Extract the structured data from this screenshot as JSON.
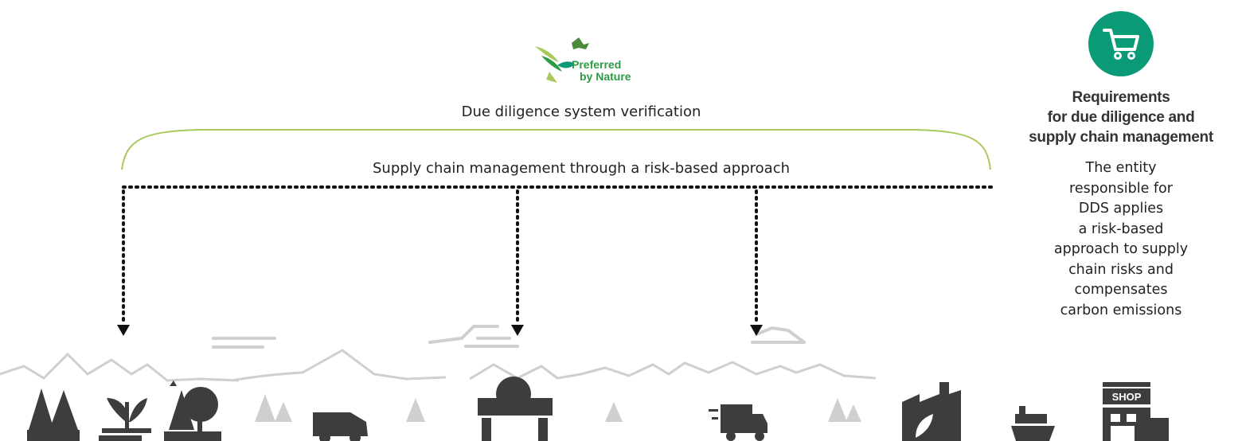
{
  "logo": {
    "line1": "Preferred",
    "line2": "by Nature"
  },
  "verification": {
    "title": "Due diligence  system verification"
  },
  "supply_chain": {
    "title": "Supply chain  management through  a risk-based approach"
  },
  "requirements": {
    "title_lines": [
      "Requirements",
      "for due diligence and",
      "supply chain management"
    ],
    "body_lines": [
      "The entity",
      "responsible for",
      "DDS applies",
      "a risk-based",
      "approach to supply",
      "chain risks and",
      "compensates",
      "carbon emissions"
    ]
  },
  "icons": [
    "forest-icon",
    "seedling-icon",
    "tree-icon",
    "van-icon",
    "sawmill-icon",
    "fast-truck-icon",
    "factory-icon",
    "cargo-ship-icon",
    "shop-icon"
  ],
  "shop_sign": "SHOP",
  "colors": {
    "bracket": "#a9c95c",
    "accent": "#0b9a78",
    "logo_green": "#2e9a44",
    "icon_dark": "#3d3d3d",
    "landscape_gray": "#c9c9c9"
  }
}
